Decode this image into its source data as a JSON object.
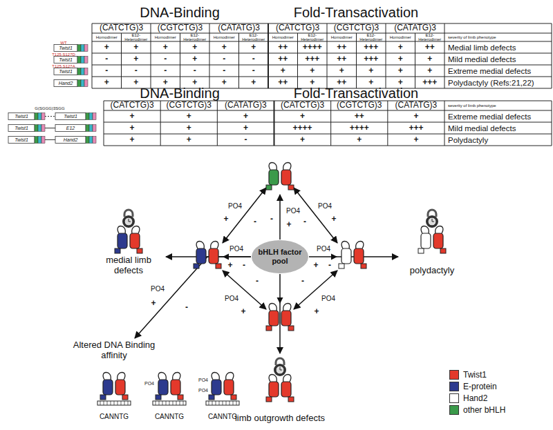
{
  "diagram": {
    "nodes": [
      {
        "text": [
          "bHLH factor pool"
        ]
      },
      {
        "text": [
          "medial limb defects"
        ]
      },
      {
        "text": [
          "polydactyly"
        ]
      },
      {
        "text": [
          "limb outgrowth defects"
        ]
      },
      {
        "text": [
          "Altered DNA Binding affinity"
        ]
      }
    ],
    "edges": [
      {
        "from": 0,
        "to": 1,
        "arrow": "to"
      },
      {
        "from": 0,
        "to": 2,
        "arrow": "to"
      },
      {
        "from": 0,
        "to": 3,
        "arrow": "to"
      },
      {
        "from": 0,
        "to": 4,
        "arrow": "to"
      }
    ],
    "labels": [
      "DNA-Binding",
      "Fold-Transactivation",
      "(CATCTG)3",
      "(CGTCTG)3",
      "(CATATG)3",
      "(CATCTG)3",
      "(CGTCTG)3",
      "(CATATG)3",
      "Homodimer",
      "E12-Heterodimer",
      "Homodimer",
      "E12-Heterodimer",
      "Homodimer",
      "E12-Heterodimer",
      "Homodimer",
      "E12-Heterodimer",
      "Homodimer",
      "E12-Heterodimer",
      "Homodimer",
      "E12-Heterodimer",
      "severity of limb phenotype",
      "Twist1",
      "WT",
      "+",
      "+",
      "+",
      "+",
      "+",
      "+",
      "++",
      "++++",
      "++",
      "+++",
      "+",
      "++",
      "Medial limb defects",
      "Twist1",
      "T125,S127D",
      "-",
      "+",
      "-",
      "+",
      "-",
      "-",
      "++",
      "+++",
      "++",
      "+++",
      "+",
      "+",
      "Mild medial defects",
      "Twist1",
      "T125,S127A",
      "-",
      "-",
      "-",
      "-",
      "-",
      "-",
      "+",
      "+",
      "+",
      "+",
      "+",
      "+",
      "Extreme medial defects",
      "Hand2",
      "+",
      "+",
      "+",
      "+",
      "+",
      "+",
      "++",
      "+",
      "++",
      "+",
      "+",
      "+++",
      "Polydactyly (Refs:21,22)",
      "DNA-Binding",
      "Fold-Transactivation",
      "(CATCTG)3",
      "(CGTCTG)3",
      "(CATATG)3",
      "(CATCTG)3",
      "(CGTCTG)3",
      "(CATATG)3",
      "severity of limb phenotype",
      "G(SGGG)3SGG",
      "Twist1",
      "Twist1",
      "+",
      "+",
      "+",
      "+",
      "++",
      "+",
      "Extreme medial defects",
      "Twist1",
      "E12",
      "+",
      "+",
      "+",
      "++++",
      "++++",
      "+++",
      "Mild medial defects",
      "Twist1",
      "Hand2",
      "+",
      "+",
      "-",
      "+",
      "+",
      "+",
      "Polydactyly",
      "PO4",
      "+",
      "-",
      "PO4",
      "+",
      "-",
      "PO4",
      "+",
      "-",
      "PO4",
      "+",
      "-",
      "PO4",
      "+",
      "-",
      "PO4",
      "+",
      "-",
      "PO4",
      "+",
      "-",
      "PO4",
      "+",
      "-",
      "CANNTG",
      "CANNTG",
      "CANNTG",
      "PO4",
      "PO4",
      "PO4"
    ],
    "legend": [
      {
        "text": "Twist1",
        "color": "#e3392b"
      },
      {
        "text": "E-protein",
        "color": "#2d3a8e"
      },
      {
        "text": "Hand2",
        "color": "#ffffff"
      },
      {
        "text": "other bHLH",
        "color": "#3a9a4a"
      }
    ]
  }
}
